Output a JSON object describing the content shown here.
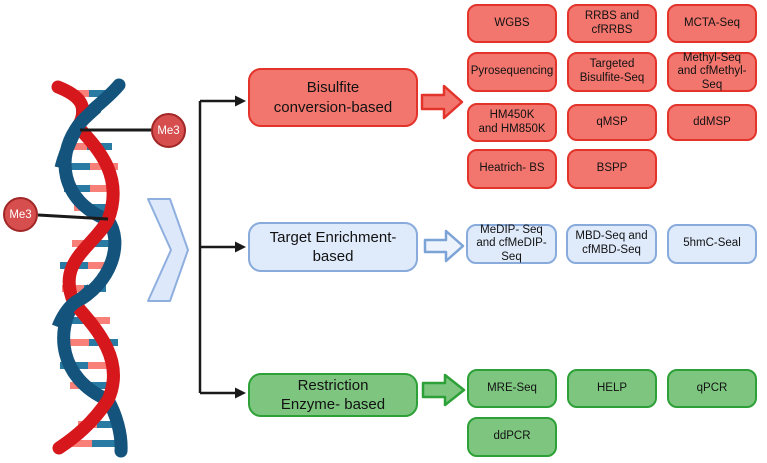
{
  "dna": {
    "me3_top": "Me3",
    "me3_left": "Me3"
  },
  "colors": {
    "bisulfite_fill": "#f3766e",
    "bisulfite_border": "#e2342b",
    "enrichment_fill": "#dfeafb",
    "enrichment_border": "#88abdb",
    "restriction_fill": "#7ec680",
    "restriction_border": "#2da137",
    "dna_strand_red": "#d6171c",
    "dna_strand_blue": "#14537c",
    "dna_rung_pink": "#f88078",
    "dna_rung_teal": "#2a7ba3",
    "connector_black": "#1a1a1a",
    "me3_fill": "#d64e4e",
    "me3_border": "#a12626",
    "me3_text": "#ffffff"
  },
  "categories": [
    {
      "label": "Bisulfite\nconversion-based",
      "methods": [
        "WGBS",
        "RRBS and cfRRBS",
        "MCTA-Seq",
        "Pyrosequencing",
        "Targeted Bisulfite-Seq",
        "Methyl-Seq and cfMethyl-Seq",
        "HM450K\nand HM850K",
        "qMSP",
        "ddMSP",
        "Heatrich- BS",
        "BSPP"
      ]
    },
    {
      "label": "Target Enrichment-\nbased",
      "methods": [
        "MeDIP- Seq and cfMeDIP-Seq",
        "MBD-Seq and cfMBD-Seq",
        "5hmC-Seal"
      ]
    },
    {
      "label": "Restriction\nEnzyme- based",
      "methods": [
        "MRE-Seq",
        "HELP",
        "qPCR",
        "ddPCR"
      ]
    }
  ]
}
